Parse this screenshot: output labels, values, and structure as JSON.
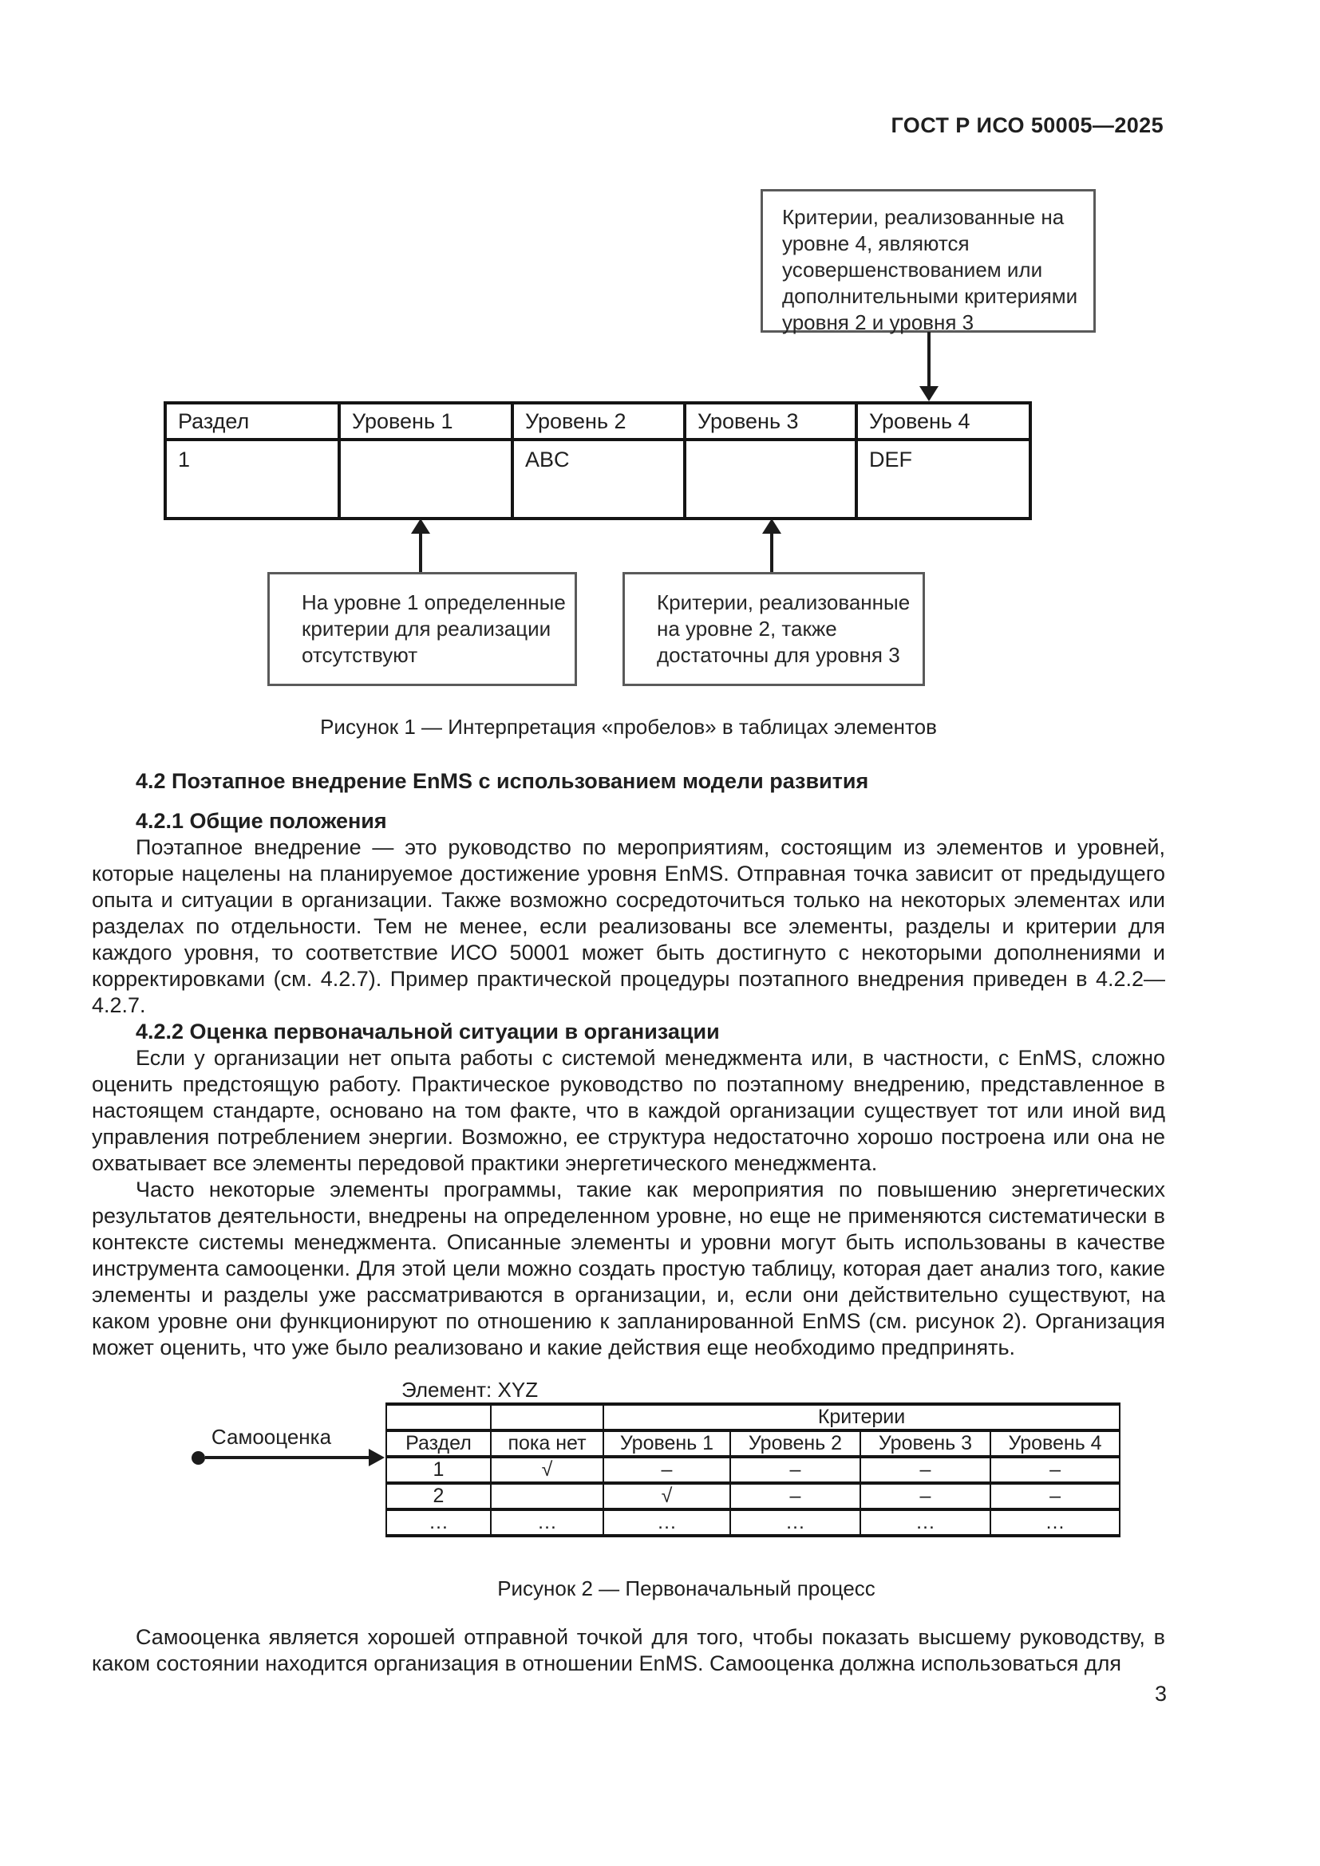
{
  "page": {
    "header": "ГОСТ Р ИСО 50005—2025",
    "number": "3"
  },
  "figure1": {
    "callout_top": "Критерии, реализованные на уровне 4, являются усовершенствованием или дополнительными критериями уровня 2 и уровня 3",
    "callout_left": "На уровне 1 определенные критерии для реализации отсутствуют",
    "callout_right": "Критерии, реализованные на уровне 2, также достаточны для уровня 3",
    "caption": "Рисунок 1 — Интерпретация «пробелов» в таблицах элементов",
    "table": {
      "headers": [
        "Раздел",
        "Уровень 1",
        "Уровень 2",
        "Уровень 3",
        "Уровень 4"
      ],
      "row": [
        "1",
        "",
        "ABC",
        "",
        "DEF"
      ]
    }
  },
  "body": {
    "s42_heading": "4.2 Поэтапное внедрение EnMS с использованием модели развития",
    "s421_heading": "4.2.1 Общие положения",
    "s421_text": "Поэтапное внедрение — это руководство по мероприятиям, состоящим из элементов и уровней, которые нацелены на планируемое достижение уровня EnMS. Отправная точка зависит от предыдущего опыта и ситуации в организации. Также возможно сосредоточиться только на некоторых элементах или разделах по отдельности. Тем не менее, если реализованы все элементы, разделы и критерии для каждого уровня, то соответствие ИСО 50001 может быть достигнуто с некоторыми дополнениями и корректировками (см. 4.2.7). Пример практической процедуры поэтапного внедрения приведен в 4.2.2—4.2.7.",
    "s422_heading": "4.2.2 Оценка первоначальной ситуации в организации",
    "s422_text1": "Если у организации нет опыта работы с системой менеджмента или, в частности, с EnMS, сложно оценить предстоящую работу. Практическое руководство по поэтапному внедрению, представленное в настоящем стандарте, основано на том факте, что в каждой организации существует тот или иной вид управления потреблением энергии. Возможно, ее структура недостаточно хорошо построена или она не охватывает все элементы передовой практики энергетического менеджмента.",
    "s422_text2": "Часто некоторые элементы программы, такие как мероприятия по повышению энергетических результатов деятельности, внедрены на определенном уровне, но еще не применяются систематически в контексте системы менеджмента. Описанные элементы и уровни могут быть использованы в качестве инструмента самооценки. Для этой цели можно создать простую таблицу, которая дает анализ того, какие элементы и разделы уже рассматриваются в организации, и, если они действительно существуют, на каком уровне они функционируют по отношению к запланированной EnMS (см. рисунок 2). Организация может оценить, что уже было реализовано и какие действия еще необходимо предпринять.",
    "closing_text": "Самооценка является хорошей отправной точкой для того, чтобы показать высшему руководству, в каком состоянии находится организация в отношении EnMS. Самооценка должна использоваться для"
  },
  "figure2": {
    "element_label": "Элемент: XYZ",
    "side_label": "Самооценка",
    "criteria_header": "Критерии",
    "columns": [
      "Раздел",
      "пока нет",
      "Уровень 1",
      "Уровень 2",
      "Уровень 3",
      "Уровень 4"
    ],
    "rows": [
      [
        "1",
        "√",
        "–",
        "–",
        "–",
        "–"
      ],
      [
        "2",
        "",
        "√",
        "–",
        "–",
        "–"
      ],
      [
        "…",
        "…",
        "…",
        "…",
        "…",
        "…"
      ]
    ],
    "caption": "Рисунок 2 — Первоначальный процесс"
  }
}
